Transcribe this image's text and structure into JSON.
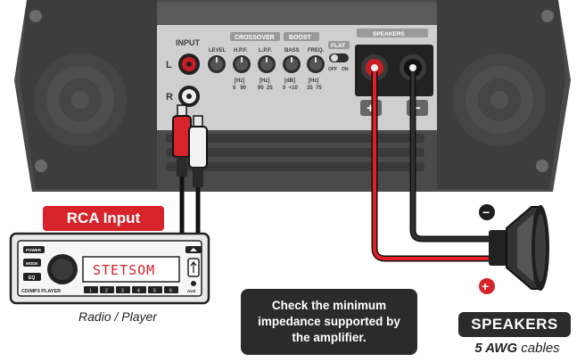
{
  "amplifier": {
    "input_label": "INPUT",
    "channel_left": "L",
    "channel_right": "R",
    "crossover_label": "CROSSOVER",
    "boost_label": "BOOST",
    "flat_label": "FLAT",
    "flat_off": "OFF",
    "flat_on": "ON",
    "speakers_label": "SPEAKERS",
    "knobs": [
      {
        "label": "LEVEL",
        "scale": "",
        "range": ""
      },
      {
        "label": "H.P.F.",
        "scale": "[Hz]",
        "range": "5   90"
      },
      {
        "label": "L.P.F.",
        "scale": "[Hz]",
        "range": "90  25"
      },
      {
        "label": "BASS",
        "scale": "[dB]",
        "range": "0  +10"
      },
      {
        "label": "FREQ.",
        "scale": "[Hz]",
        "range": "35  75"
      }
    ],
    "terminal_plus": "+",
    "terminal_minus": "−"
  },
  "radio": {
    "brand_display": "STETSOM",
    "power_label": "POWER",
    "mode_label": "MODE",
    "eq_label": "EQ",
    "model_label": "CD/MP3 PLAYER",
    "aux_label": "AUX",
    "presets": [
      "1",
      "2",
      "3",
      "4",
      "5",
      "6"
    ],
    "caption": "Radio / Player"
  },
  "labels": {
    "rca_input": "RCA Input",
    "note": "Check the minimum impedance supported by the amplifier.",
    "speakers": "SPEAKERS",
    "cable_gauge": "5 AWG",
    "cable_word": "cables",
    "speaker_minus": "−",
    "speaker_plus": "+"
  },
  "colors": {
    "red": "#d7232a",
    "dark": "#2b2b2b",
    "amp_body": "#4a4a4a",
    "amp_panel": "#cfcfcf"
  }
}
